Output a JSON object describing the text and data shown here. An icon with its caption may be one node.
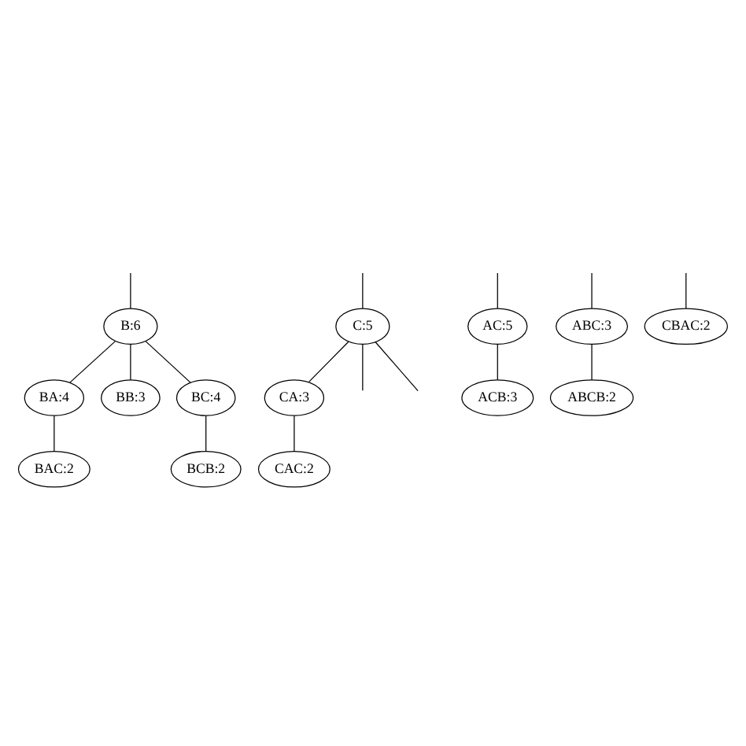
{
  "diagram": {
    "nodes": [
      {
        "text": [
          "B:6"
        ]
      },
      {
        "text": [
          "C:5"
        ]
      },
      {
        "text": [
          "AC:5"
        ]
      },
      {
        "text": [
          "BA:4"
        ]
      },
      {
        "text": [
          "BB:3"
        ]
      },
      {
        "text": [
          "BC:4"
        ]
      },
      {
        "text": [
          "CA:3"
        ]
      },
      {
        "text": [
          "ABC:3"
        ]
      },
      {
        "text": [
          "ACB:3"
        ]
      },
      {
        "text": [
          "BAC:2"
        ]
      },
      {
        "text": [
          "BCB:2"
        ]
      },
      {
        "text": [
          "CAC:2"
        ]
      },
      {
        "text": [
          "ABCB:2"
        ]
      },
      {
        "text": [
          "CBAC:2"
        ]
      }
    ],
    "edges": [
      {
        "from": null,
        "to": 0,
        "arrow": "none"
      },
      {
        "from": null,
        "to": 1,
        "arrow": "none"
      },
      {
        "from": null,
        "to": 2,
        "arrow": "none"
      },
      {
        "from": 0,
        "to": 3,
        "arrow": "none"
      },
      {
        "from": 0,
        "to": 4,
        "arrow": "none"
      },
      {
        "from": 0,
        "to": 5,
        "arrow": "none"
      },
      {
        "from": 1,
        "to": 6,
        "arrow": "none"
      },
      {
        "from": 1,
        "to": null,
        "arrow": "none"
      },
      {
        "from": 1,
        "to": null,
        "arrow": "none"
      },
      {
        "from": null,
        "to": 7,
        "arrow": "none"
      },
      {
        "from": 2,
        "to": 8,
        "arrow": "none"
      },
      {
        "from": 3,
        "to": 9,
        "arrow": "none"
      },
      {
        "from": 5,
        "to": 10,
        "arrow": "none"
      },
      {
        "from": 6,
        "to": 11,
        "arrow": "none"
      },
      {
        "from": 7,
        "to": 12,
        "arrow": "none"
      },
      {
        "from": null,
        "to": 13,
        "arrow": "none"
      }
    ]
  }
}
